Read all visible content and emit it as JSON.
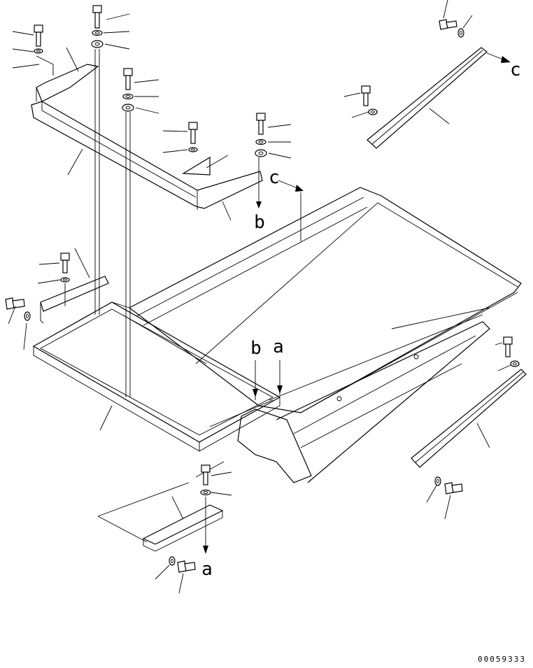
{
  "diagram": {
    "labels": {
      "a": "a",
      "b": "b",
      "c": "c"
    },
    "drawing_number": "00059333",
    "colors": {
      "line": "#000000",
      "background": "#ffffff"
    }
  }
}
